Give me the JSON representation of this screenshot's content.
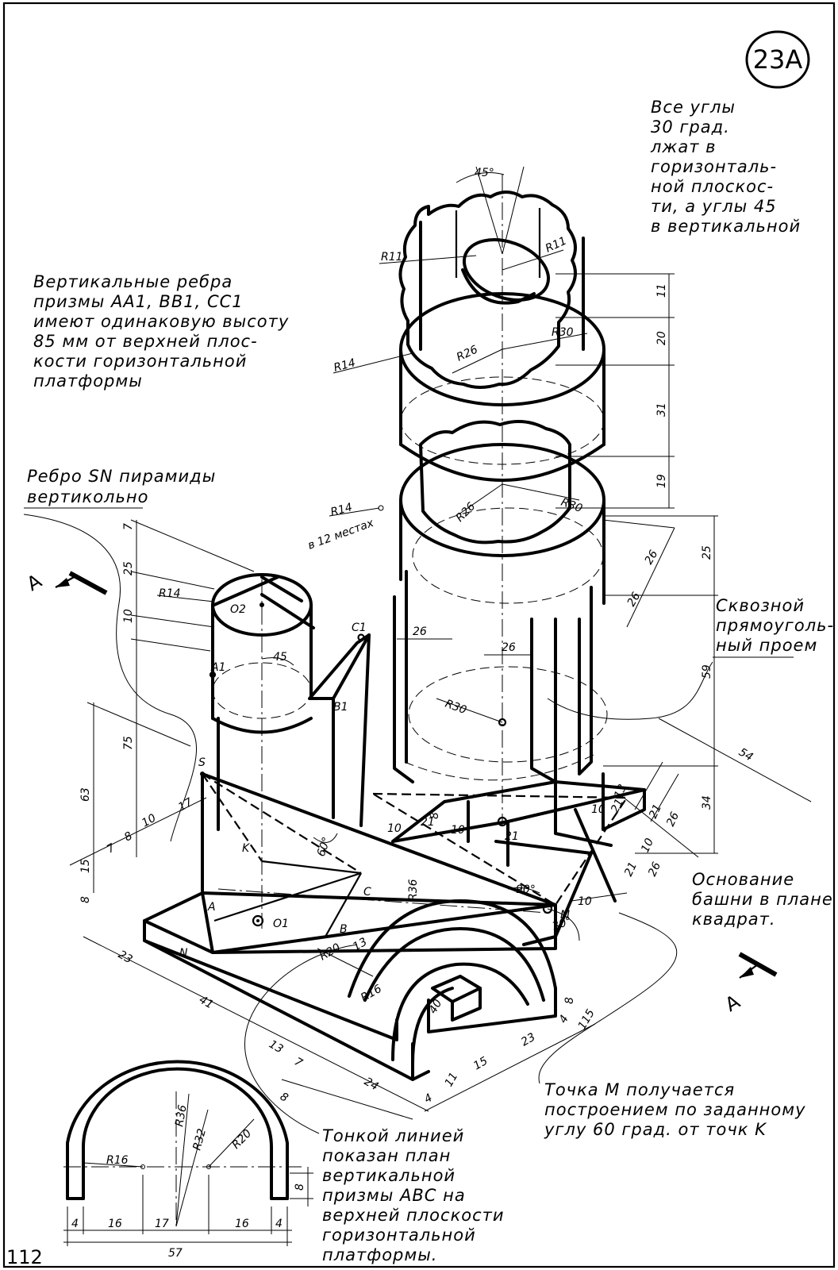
{
  "sheet_number": "23A",
  "page_number": "112",
  "notes": {
    "angles": [
      "Все углы",
      "30 град.",
      "лжат в",
      "горизонталь-",
      "ной плоскос-",
      "ти, а углы 45",
      "в вертикальной"
    ],
    "edges": [
      "Вертикальные ребра",
      "призмы AA1, BB1, CC1",
      "имеют одинаковую высоту",
      "85 мм от верхней плос-",
      "кости горизонтальной",
      "платформы"
    ],
    "pyramid": [
      "Ребро SN пирамиды",
      "вертикольно"
    ],
    "opening": [
      "Сквозной",
      "прямоуголь-",
      "ный проем"
    ],
    "base": [
      "Основание",
      "башни в плане -",
      "квадрат."
    ],
    "point_m": [
      "Точка M получается",
      "построением по заданному",
      "углу 60 град. от точк K"
    ],
    "thin_line": [
      "Тонкой линией",
      "показан план",
      "вертикальной",
      "призмы ABC на",
      "верхней плоскости",
      "горизонтальной",
      "платформы."
    ],
    "twelve_places": "в 12 местах"
  },
  "section_marks": [
    "A",
    "A"
  ],
  "point_labels": [
    "C1",
    "B1",
    "A1",
    "O2",
    "S",
    "K",
    "A",
    "C",
    "B",
    "O1",
    "N",
    "M"
  ],
  "dimensions": {
    "tower_right": [
      "11",
      "20",
      "31",
      "19",
      "25",
      "59",
      "34"
    ],
    "tower_diag": [
      "26",
      "26",
      "54"
    ],
    "tower_radii": [
      "R11",
      "R11",
      "R30",
      "R26",
      "R14",
      "R14",
      "R26",
      "R30",
      "R30"
    ],
    "tower_angle": "45°",
    "tower_inner": [
      "26",
      "26"
    ],
    "base_right": [
      "21",
      "26",
      "10",
      "21",
      "26",
      "13",
      "10",
      "21",
      "10"
    ],
    "base_inner": [
      "21",
      "8",
      "10",
      "21",
      "90°",
      "30°",
      "10"
    ],
    "left_vertical": [
      "7",
      "25",
      "10",
      "75",
      "63",
      "15",
      "8"
    ],
    "left_diag": [
      "17",
      "10",
      "8",
      "7"
    ],
    "cylinder": [
      "R14",
      "45"
    ],
    "pyramid": [
      "60°",
      "R36",
      "13"
    ],
    "arch": [
      "R20",
      "R16",
      "40",
      "8",
      "4"
    ],
    "bottom": [
      "23",
      "41",
      "13",
      "7",
      "8",
      "24",
      "4",
      "11",
      "15",
      "23",
      "115"
    ],
    "plan_radii": [
      "R36",
      "R32",
      "R20",
      "R16"
    ],
    "plan_widths": [
      "4",
      "16",
      "17",
      "16",
      "4"
    ],
    "plan_total": "57",
    "plan_height": "8"
  }
}
